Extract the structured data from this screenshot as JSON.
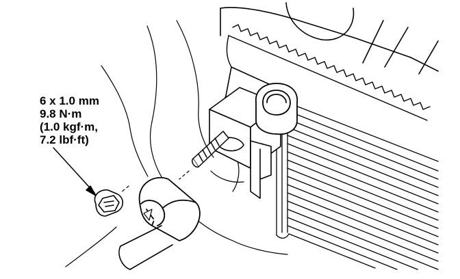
{
  "torque_spec": {
    "line1": "6 x 1.0 mm",
    "line2": "9.8 N·m",
    "line3": "(1.0 kgf·m,",
    "line4": "7.2 lbf·ft)"
  },
  "colors": {
    "ink": "#000000",
    "paper": "#ffffff"
  },
  "icons": [
    "flange-nut-icon",
    "stud-bolt-icon",
    "pointer-arrow-icon"
  ]
}
